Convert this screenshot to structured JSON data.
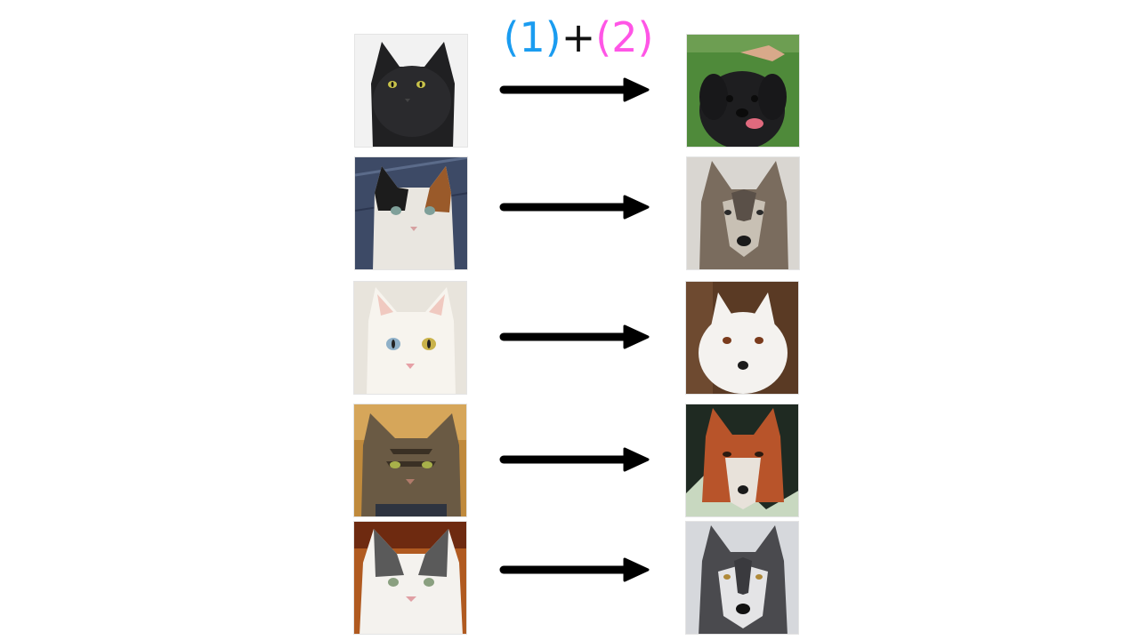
{
  "header": {
    "part1": "(1)",
    "plus": "+",
    "part2": "(2)"
  },
  "colors": {
    "part1": "#1a9cf0",
    "part2": "#ff55e6",
    "arrow": "#000000"
  },
  "rows": [
    {
      "source": "black-cat-image",
      "target": "black-dog-image"
    },
    {
      "source": "calico-cat-image",
      "target": "gray-wolf-image"
    },
    {
      "source": "white-cat-image",
      "target": "arctic-fox-image"
    },
    {
      "source": "tabby-cat-image",
      "target": "red-fox-image"
    },
    {
      "source": "white-gray-cat-image",
      "target": "wolf-image"
    }
  ]
}
